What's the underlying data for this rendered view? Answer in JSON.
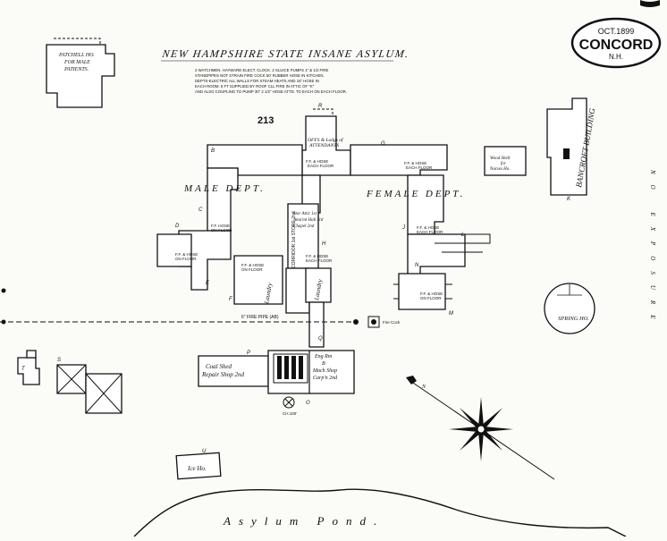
{
  "title": "NEW HAMPSHIRE STATE INSANE ASYLUM.",
  "stamp": {
    "date": "OCT.1899",
    "city": "CONCORD",
    "state": "N.H."
  },
  "sheet_number": "213",
  "notes_lines": [
    "2 WATCHMEN. HAYWARD ELECT. CLOCK. 2 SLUICE PUMPS 1\" & 1/2 FIRE",
    "STANDPIPES NOT STRAIN FIRE COCK 50' RUBBER HOSE IN KITCHEN.",
    "DEPTS-ELECTRIC ALL WALLS FOR STEAM HEATS AND 15\" HOSE IN",
    "EACH ROOM. 5 FT SUPPLIED BY ROOF CLL FIRE IN ATTIC OF \"K\"",
    "AND ALSO COUPLING TO PUMP 30\" 2 1/2\" HOSE ATTD. TO EACH ON EACH FLOOR."
  ],
  "labels": {
    "patchell": [
      "PATCHELL HO.",
      "FOR MALE",
      "PATIENTS."
    ],
    "male_dept": "MALE DEPT.",
    "female_dept": "FEMALE DEPT.",
    "offices": [
      "OFFS & Lodgs of",
      "ATTENDANTS"
    ],
    "chapel": [
      "Stor Attic 1st",
      "Amu'mt Hall 3rd",
      "Chapel 2nd"
    ],
    "laundry_left": "Laundry",
    "laundry_right": "Laundry",
    "corridor": "CORRIDOR 1st STORE 2nd",
    "coal_shed": [
      "Coal Shed",
      "Repair Shop 2nd"
    ],
    "engine": [
      "Eng Rm",
      "B",
      "Mach Shop",
      "Carp'n 2nd"
    ],
    "bancroft": "BANCROFT BUILDING",
    "house_for_nurses": [
      "Wood Shelt",
      "for",
      "Nurses Ho."
    ],
    "spring_house": "SPRING HO.",
    "ice_house": "Ice Ho.",
    "asylum_pond": "Asylum Pond.",
    "fire_pipe": "6\" FIRE PIPE (AB)",
    "chimney": "CH.100'",
    "fire_hydrant": "Fire Cock",
    "compass_north": "N",
    "side_margin": "NO EXPOSURE"
  },
  "section_letters": [
    "R",
    "B",
    "C",
    "D",
    "E",
    "F",
    "G",
    "H",
    "J",
    "K",
    "L",
    "M",
    "N",
    "O",
    "P",
    "Q",
    "S",
    "T",
    "U"
  ],
  "building_notes": {
    "heat_a": [
      "F.F. & HOSE",
      "EACH FLOOR"
    ],
    "heat_b": [
      "F.F. & HOSE",
      "EACH FLOOR"
    ],
    "heat_c": [
      "F.F. HOSE",
      "ON FLOOR"
    ],
    "heat_d": [
      "F.F. & HOSE",
      "ON FLOOR"
    ],
    "heat_e": [
      "F.F. & HOSE",
      "EACH FLOOR"
    ],
    "heat_f": [
      "F.F. & HOSE",
      "EACH FLOOR"
    ],
    "heat_g": [
      "F.F. & HOSE",
      "ON FLOOR"
    ],
    "heat_h": [
      "F.F. & HOSE",
      "ON FLOOR"
    ]
  }
}
